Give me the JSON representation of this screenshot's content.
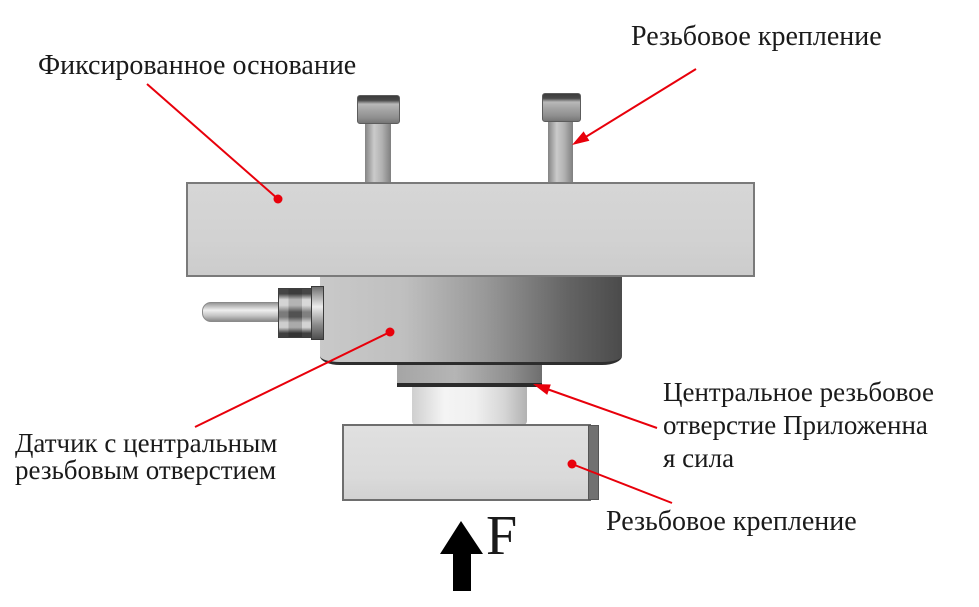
{
  "diagram": {
    "labels": {
      "fixed_base": "Фиксированное основание",
      "fastener_top": "Резьбовое крепление",
      "sensor": "Датчик с центральным\nрезьбовым отверстием",
      "central_hole": "Центральное резьбовое\nотверстие Приложенна\nя сила",
      "fastener_bottom": "Резьбовое крепление",
      "force": "F"
    },
    "colors": {
      "leader_red": "#e8000b",
      "text_black": "#1a1a1a",
      "metal_light": "#d2d2d2",
      "metal_dark": "#4b4b4b",
      "force_arrow": "#000000"
    }
  }
}
